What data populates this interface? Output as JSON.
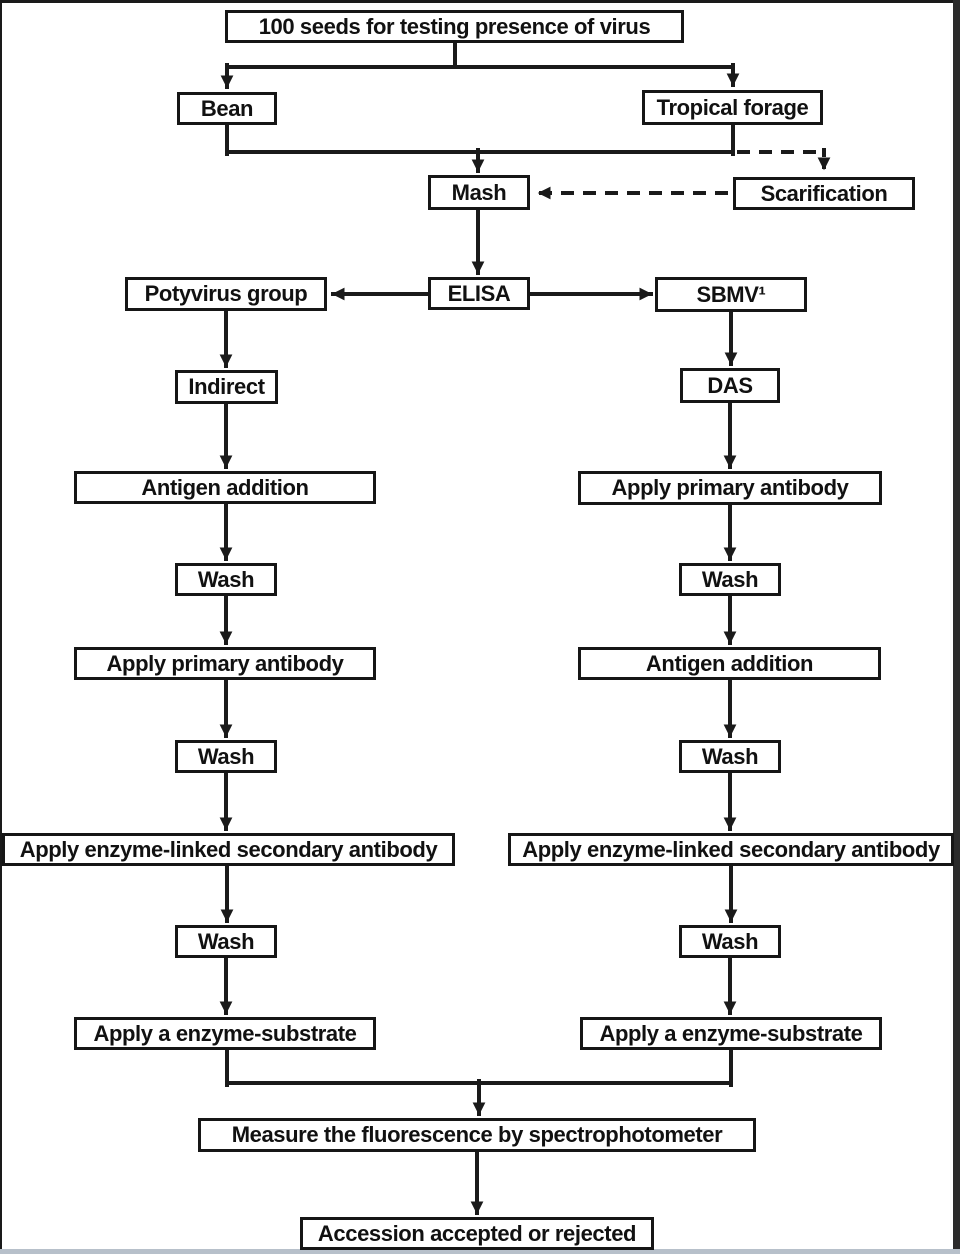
{
  "figure_type": "flowchart",
  "colors": {
    "line": "#1a1a1a",
    "box_border": "#161616",
    "box_bg": "#ffffff",
    "text": "#111111",
    "bottom_edge": "#b7c0ca"
  },
  "nodes": {
    "seeds": "100 seeds for testing presence of virus",
    "bean": "Bean",
    "tropical_forage": "Tropical forage",
    "mash": "Mash",
    "scarification": "Scarification",
    "potyvirus_group": "Potyvirus group",
    "elisa": "ELISA",
    "sbmv": "SBMV¹",
    "indirect": "Indirect",
    "das": "DAS",
    "left_antigen_addition": "Antigen addition",
    "left_wash_1": "Wash",
    "left_apply_primary_antibody": "Apply primary antibody",
    "left_wash_2": "Wash",
    "left_apply_secondary_antibody": "Apply enzyme-linked secondary antibody",
    "left_wash_3": "Wash",
    "left_apply_enzyme_substrate": "Apply a enzyme-substrate",
    "right_apply_primary_antibody": "Apply primary antibody",
    "right_wash_1": "Wash",
    "right_antigen_addition": "Antigen addition",
    "right_wash_2": "Wash",
    "right_apply_secondary_antibody": "Apply enzyme-linked secondary antibody",
    "right_wash_3": "Wash",
    "right_apply_enzyme_substrate": "Apply a enzyme-substrate",
    "measure": "Measure the fluorescence by spectrophotometer",
    "accession": "Accession accepted or rejected"
  },
  "edges": [
    {
      "from": "seeds",
      "to": "bean",
      "style": "solid"
    },
    {
      "from": "seeds",
      "to": "tropical_forage",
      "style": "solid"
    },
    {
      "from": "bean",
      "to": "mash",
      "style": "solid"
    },
    {
      "from": "tropical_forage",
      "to": "mash",
      "style": "solid"
    },
    {
      "from": "tropical_forage",
      "to": "scarification",
      "style": "dashed"
    },
    {
      "from": "scarification",
      "to": "mash",
      "style": "dashed"
    },
    {
      "from": "mash",
      "to": "elisa",
      "style": "solid"
    },
    {
      "from": "elisa",
      "to": "potyvirus_group",
      "style": "solid"
    },
    {
      "from": "elisa",
      "to": "sbmv",
      "style": "solid"
    },
    {
      "from": "potyvirus_group",
      "to": "indirect",
      "style": "solid"
    },
    {
      "from": "indirect",
      "to": "left_antigen_addition",
      "style": "solid"
    },
    {
      "from": "left_antigen_addition",
      "to": "left_wash_1",
      "style": "solid"
    },
    {
      "from": "left_wash_1",
      "to": "left_apply_primary_antibody",
      "style": "solid"
    },
    {
      "from": "left_apply_primary_antibody",
      "to": "left_wash_2",
      "style": "solid"
    },
    {
      "from": "left_wash_2",
      "to": "left_apply_secondary_antibody",
      "style": "solid"
    },
    {
      "from": "left_apply_secondary_antibody",
      "to": "left_wash_3",
      "style": "solid"
    },
    {
      "from": "left_wash_3",
      "to": "left_apply_enzyme_substrate",
      "style": "solid"
    },
    {
      "from": "sbmv",
      "to": "das",
      "style": "solid"
    },
    {
      "from": "das",
      "to": "right_apply_primary_antibody",
      "style": "solid"
    },
    {
      "from": "right_apply_primary_antibody",
      "to": "right_wash_1",
      "style": "solid"
    },
    {
      "from": "right_wash_1",
      "to": "right_antigen_addition",
      "style": "solid"
    },
    {
      "from": "right_antigen_addition",
      "to": "right_wash_2",
      "style": "solid"
    },
    {
      "from": "right_wash_2",
      "to": "right_apply_secondary_antibody",
      "style": "solid"
    },
    {
      "from": "right_apply_secondary_antibody",
      "to": "right_wash_3",
      "style": "solid"
    },
    {
      "from": "right_wash_3",
      "to": "right_apply_enzyme_substrate",
      "style": "solid"
    },
    {
      "from": "left_apply_enzyme_substrate",
      "to": "measure",
      "style": "solid"
    },
    {
      "from": "right_apply_enzyme_substrate",
      "to": "measure",
      "style": "solid"
    },
    {
      "from": "measure",
      "to": "accession",
      "style": "solid"
    }
  ]
}
